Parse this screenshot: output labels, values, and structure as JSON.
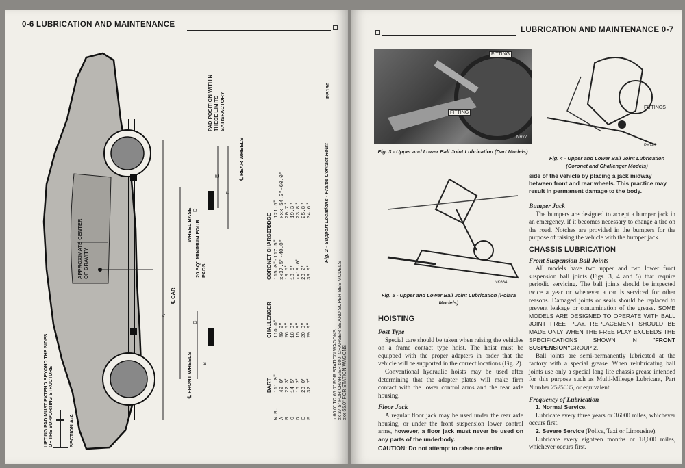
{
  "left_page": {
    "header": "0-6 LUBRICATION AND MAINTENANCE",
    "photo_code": "PB130",
    "labels": {
      "section": "SECTION A-A",
      "lifting_note": "LIFTING PAD MUST EXTEND BEYOND THE SIDES OF THE SUPPORTING STRUCTURE",
      "center_gravity": "APPROXIMATE CENTER OF GRAVITY",
      "pad_position": "PAD POSITION WITHIN THESE LIMITS SATISFACTORY",
      "min_pads": "20 SQ\" MINIMUM FOUR PADS",
      "front_wheels": "℄ FRONT WHEELS",
      "rear_wheels": "℄ REAR WHEELS",
      "car": "℄ CAR",
      "wheel_base": "WHEEL BASE",
      "dim_a": "A",
      "dim_b": "B",
      "dim_c": "C",
      "dim_d": "D",
      "dim_e": "E",
      "dim_f": "F"
    },
    "table": {
      "headers": [
        "",
        "DART",
        "CHALLENGER",
        "CORONET CHARGER",
        "DODGE"
      ],
      "rows": [
        [
          "W.B.",
          "111.0\"",
          "110.0\"",
          "115.0\"-117.5\"",
          "121.5\""
        ],
        [
          "A",
          "40.0\"",
          "40.0\"",
          "xx37.5\"-40.0\"",
          "xxx 54.0\"-60.0\""
        ],
        [
          "B",
          "22.3\"",
          "26.5\"",
          "19.5\"",
          "20.7\""
        ],
        [
          "C",
          "14.5\"",
          "18.0\"",
          "18.5\"",
          "19.3\""
        ],
        [
          "D",
          "16.2\"",
          "15.8\"",
          "xx18.0\"",
          "23.8\""
        ],
        [
          "E",
          "23.0\"",
          "20.0\"",
          "23.2\"",
          "25.8\""
        ],
        [
          "F",
          "32.7\"",
          "29.0\"",
          "33.0\"",
          "34.6\""
        ]
      ],
      "footnotes": [
        "x 60.0\" TO 65.0\" FOR STATION WAGONS",
        "xx 37.5\" FOR CHARGER 500, CHARGER SE AND SUPER BEE MODELS",
        "xxx 65.0\" FOR STATION WAGONS"
      ]
    },
    "figure_caption": "Fig. 2 - Support Locations - Frame Contact Hoist"
  },
  "right_page": {
    "header": "LUBRICATION AND MAINTENANCE 0-7",
    "fig3": {
      "caption": "Fig. 3 - Upper and Lower Ball Joint Lubrication (Dart Models)",
      "tag1": "FITTING",
      "tag2": "FITTING",
      "code": "NR77"
    },
    "fig4": {
      "caption": "Fig. 4 - Upper and Lower Ball Joint Lubrication (Coronet and Challenger Models)",
      "tag": "FITTINGS",
      "code": "PY743"
    },
    "fig5": {
      "caption": "Fig. 5 - Upper and Lower Ball Joint Lubrication (Polara Models)",
      "code": "NK664"
    },
    "hoisting": {
      "title": "HOISTING",
      "post_type_title": "Post Type",
      "post_type_p1": "Special care should be taken when raising the vehicles on a frame contact type hoist. The hoist must be equipped with the proper adapters in order that the vehicle will be supported in the correct locations (Fig. 2).",
      "post_type_p2": "Conventional hydraulic hoists may be used after determining that the adapter plates will make firm contact with the lower control arms and the rear axle housing.",
      "floor_jack_title": "Floor Jack",
      "floor_jack_p1": "A regular floor jack may be used under the rear axle housing, or under the front suspension lower control arms,",
      "floor_jack_bold": "however, a floor jack must never be used on any parts of the underbody.",
      "caution": "CAUTION: Do not attempt to raise one entire"
    },
    "col2": {
      "continue_text": "side of the vehicle by placing a jack midway between front and rear wheels. This practice may result in permanent damage to the body.",
      "bumper_jack_title": "Bumper Jack",
      "bumper_jack_p": "The bumpers are designed to accept a bumper jack in an emergency, if it becomes necessary to change a tire on the road. Notches are provided in the bumpers for the purpose of raising the vehicle with the bumper jack.",
      "chassis_title": "CHASSIS LUBRICATION",
      "ball_joints_title": "Front Suspension Ball Joints",
      "ball_joints_p1": "All models have two upper and two lower front suspension ball joints (Figs. 3, 4 and 5) that require periodic servicing. The ball joints should be inspected twice a year or whenever a car is serviced for other reasons. Damaged joints or seals should be replaced to prevent leakage or contamination of the grease.",
      "ball_joints_caps": "SOME MODELS ARE DESIGNED TO OPERATE WITH BALL JOINT FREE PLAY. REPLACEMENT SHOULD BE MADE ONLY WHEN THE FREE PLAY EXCEEDS THE SPECIFICATIONS SHOWN IN",
      "ball_joints_ref": "\"FRONT SUSPENSION\"",
      "ball_joints_group": "GROUP 2.",
      "ball_joints_p2": "Ball joints are semi-permanently lubricated at the factory with a special grease. When relubricating ball joints use only a special long life chassis grease intended for this purpose such as Multi-Mileage Lubricant, Part Number 2525035, or equivalent.",
      "freq_title": "Frequency of Lubrication",
      "normal_title": "1. Normal Service.",
      "normal_text": "Lubricate every three years or 36000 miles, whichever occurs first.",
      "severe_title": "2. Severe Service",
      "severe_paren": "(Police, Taxi or Limousine).",
      "severe_text": "Lubricate every eighteen months or 18,000 miles, whichever occurs first."
    }
  }
}
